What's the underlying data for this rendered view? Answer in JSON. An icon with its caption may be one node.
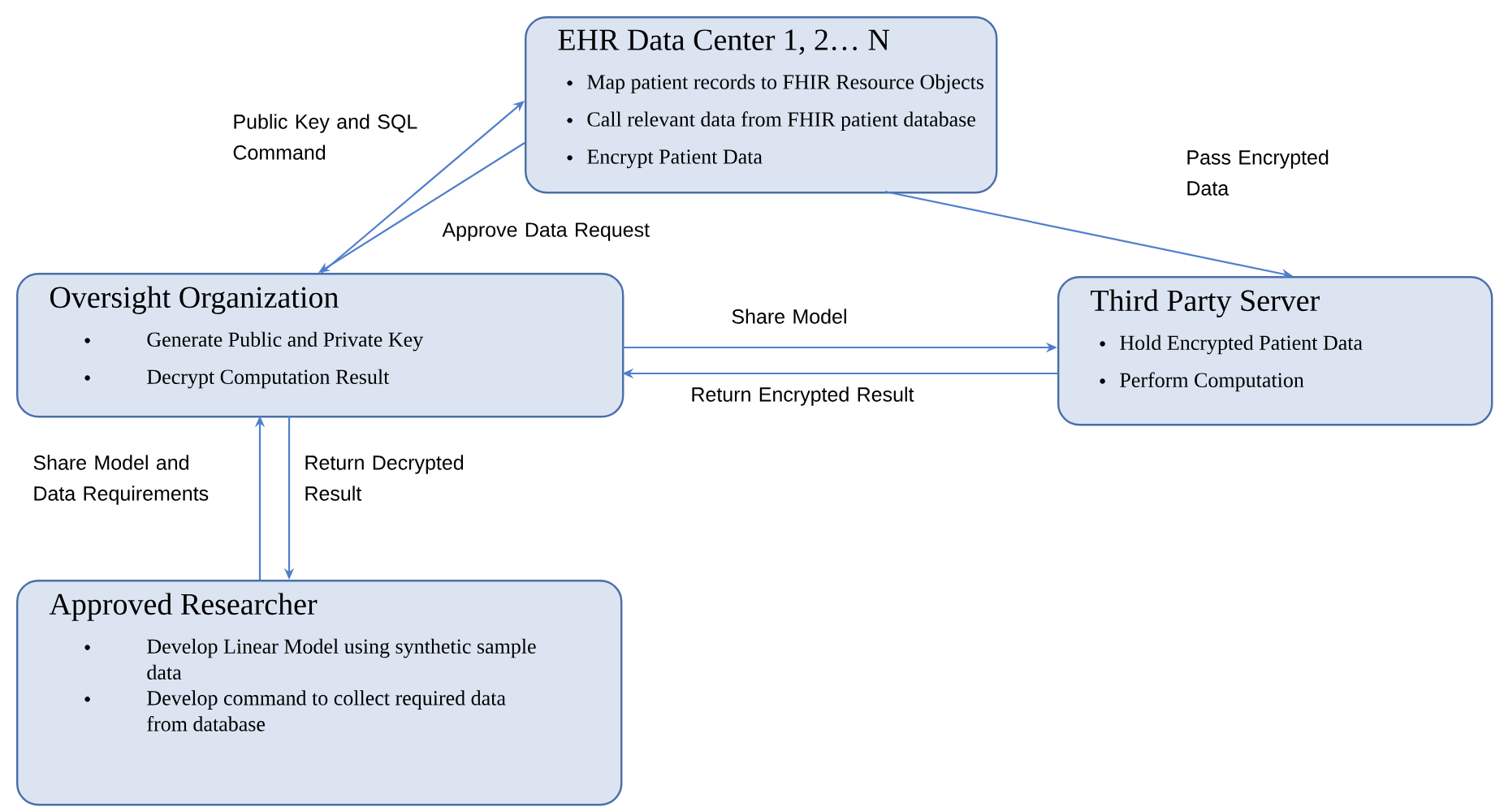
{
  "diagram": {
    "nodes": [
      {
        "text": [
          "EHR Data Center 1, 2… N",
          "Map patient records to FHIR Resource Objects",
          "Call relevant data from FHIR patient database",
          "Encrypt Patient Data"
        ]
      },
      {
        "text": [
          "Oversight Organization",
          "Generate Public and Private Key",
          "Decrypt Computation Result"
        ]
      },
      {
        "text": [
          "Third Party Server",
          "Hold Encrypted Patient Data",
          "Perform Computation"
        ]
      },
      {
        "text": [
          "Approved Researcher",
          "Develop Linear Model using synthetic sample data",
          "Develop command to collect required data from database"
        ]
      }
    ],
    "edges": [
      {
        "from": 1,
        "to": 0,
        "arrow": "to",
        "label": "Public Key and SQL Command"
      },
      {
        "from": 0,
        "to": 1,
        "arrow": "to",
        "label": "Approve Data Request"
      },
      {
        "from": 0,
        "to": 2,
        "arrow": "to",
        "label": "Pass Encrypted Data"
      },
      {
        "from": 1,
        "to": 2,
        "arrow": "to",
        "label": "Share Model"
      },
      {
        "from": 2,
        "to": 1,
        "arrow": "to",
        "label": "Return Encrypted Result"
      },
      {
        "from": 3,
        "to": 1,
        "arrow": "to",
        "label": "Share Model and Data Requirements"
      },
      {
        "from": 1,
        "to": 3,
        "arrow": "to",
        "label": "Return Decrypted Result"
      }
    ]
  }
}
